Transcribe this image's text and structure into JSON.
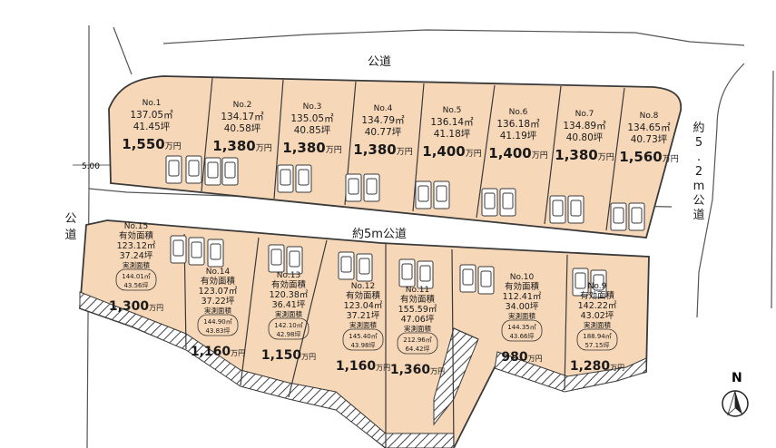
{
  "roads": {
    "top": "公道",
    "middle": "約5m公道",
    "left": "公道",
    "right": "約5.2m公道",
    "left_width": "5.00"
  },
  "north_label": "N",
  "price_unit": "万円",
  "colors": {
    "lot_fill": "#f6d7b8",
    "outline": "#3a3a3a",
    "hatch": "#444444"
  },
  "north_lots": [
    {
      "no": "No.1",
      "area_m2": "137.05㎡",
      "area_tsubo": "41.45坪",
      "price": "1,550"
    },
    {
      "no": "No.2",
      "area_m2": "134.17㎡",
      "area_tsubo": "40.58坪",
      "price": "1,380"
    },
    {
      "no": "No.3",
      "area_m2": "135.05㎡",
      "area_tsubo": "40.85坪",
      "price": "1,380"
    },
    {
      "no": "No.4",
      "area_m2": "134.79㎡",
      "area_tsubo": "40.77坪",
      "price": "1,380"
    },
    {
      "no": "No.5",
      "area_m2": "136.14㎡",
      "area_tsubo": "41.18坪",
      "price": "1,400"
    },
    {
      "no": "No.6",
      "area_m2": "136.18㎡",
      "area_tsubo": "41.19坪",
      "price": "1,400"
    },
    {
      "no": "No.7",
      "area_m2": "134.89㎡",
      "area_tsubo": "40.80坪",
      "price": "1,380"
    },
    {
      "no": "No.8",
      "area_m2": "134.65㎡",
      "area_tsubo": "40.73坪",
      "price": "1,560"
    }
  ],
  "south_lots": [
    {
      "no": "No.15",
      "eff_label": "有効面積",
      "eff_m2": "123.12㎡",
      "eff_tsubo": "37.24坪",
      "meas_label": "実測面積",
      "meas_m2": "144.01㎡",
      "meas_tsubo": "43.56坪",
      "price": "1,300"
    },
    {
      "no": "No.14",
      "eff_label": "有効面積",
      "eff_m2": "123.07㎡",
      "eff_tsubo": "37.22坪",
      "meas_label": "実測面積",
      "meas_m2": "144.90㎡",
      "meas_tsubo": "43.83坪",
      "price": "1,160"
    },
    {
      "no": "No.13",
      "eff_label": "有効面積",
      "eff_m2": "120.38㎡",
      "eff_tsubo": "36.41坪",
      "meas_label": "実測面積",
      "meas_m2": "142.10㎡",
      "meas_tsubo": "42.98坪",
      "price": "1,150"
    },
    {
      "no": "No.12",
      "eff_label": "有効面積",
      "eff_m2": "123.04㎡",
      "eff_tsubo": "37.21坪",
      "meas_label": "実測面積",
      "meas_m2": "145.40㎡",
      "meas_tsubo": "43.98坪",
      "price": "1,160"
    },
    {
      "no": "No.11",
      "eff_label": "有効面積",
      "eff_m2": "155.59㎡",
      "eff_tsubo": "47.06坪",
      "meas_label": "実測面積",
      "meas_m2": "212.96㎡",
      "meas_tsubo": "64.42坪",
      "price": "1,360"
    },
    {
      "no": "No.10",
      "eff_label": "有効面積",
      "eff_m2": "112.41㎡",
      "eff_tsubo": "34.00坪",
      "meas_label": "実測面積",
      "meas_m2": "144.35㎡",
      "meas_tsubo": "43.66坪",
      "price": "980"
    },
    {
      "no": "No.9",
      "eff_label": "有効面積",
      "eff_m2": "142.22㎡",
      "eff_tsubo": "43.02坪",
      "meas_label": "実測面積",
      "meas_m2": "188.94㎡",
      "meas_tsubo": "57.15坪",
      "price": "1,280"
    }
  ]
}
